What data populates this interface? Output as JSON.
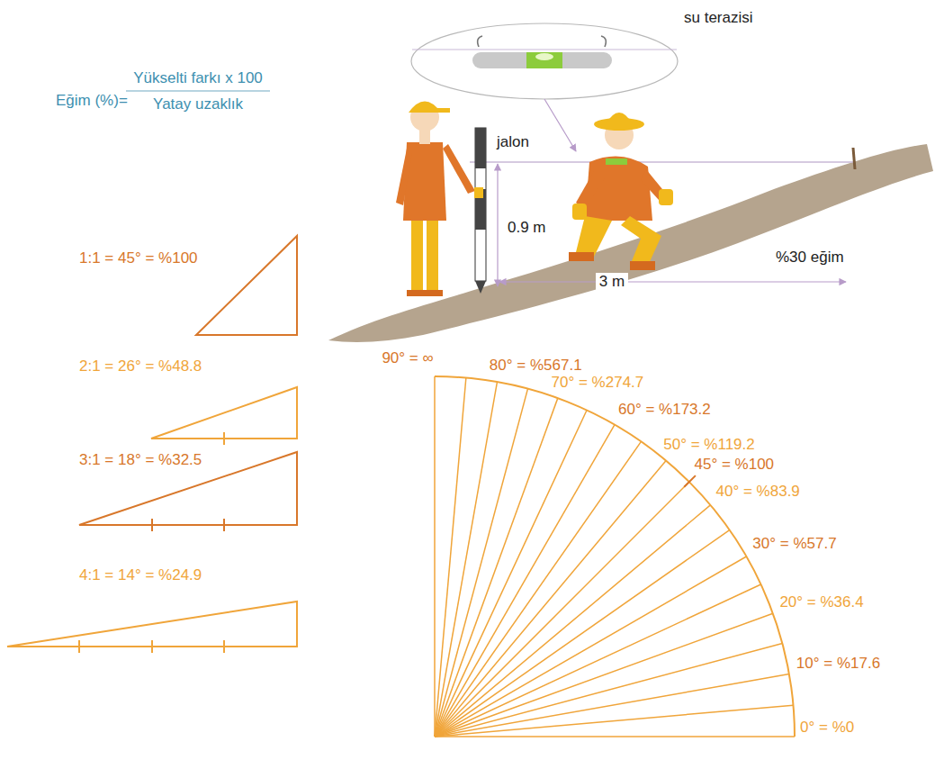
{
  "diagram": {
    "labels": [
      "Eğim (%)=",
      "Yükselti farkı x 100",
      "Yatay uzaklık",
      "su terazisi",
      "jalon",
      "0.9 m",
      "3 m",
      "%30 eğim",
      "1:1 = 45° = %100",
      "2:1 = 26° = %48.8",
      "3:1 = 18° = %32.5",
      "4:1 = 14° = %24.9",
      "90° = ∞",
      "80° = %567.1",
      "70° = %274.7",
      "60° = %173.2",
      "50° = %119.2",
      "45° = %100",
      "40° = %83.9",
      "30° = %57.7",
      "20° = %36.4",
      "10° = %17.6",
      "0° = %0"
    ]
  }
}
